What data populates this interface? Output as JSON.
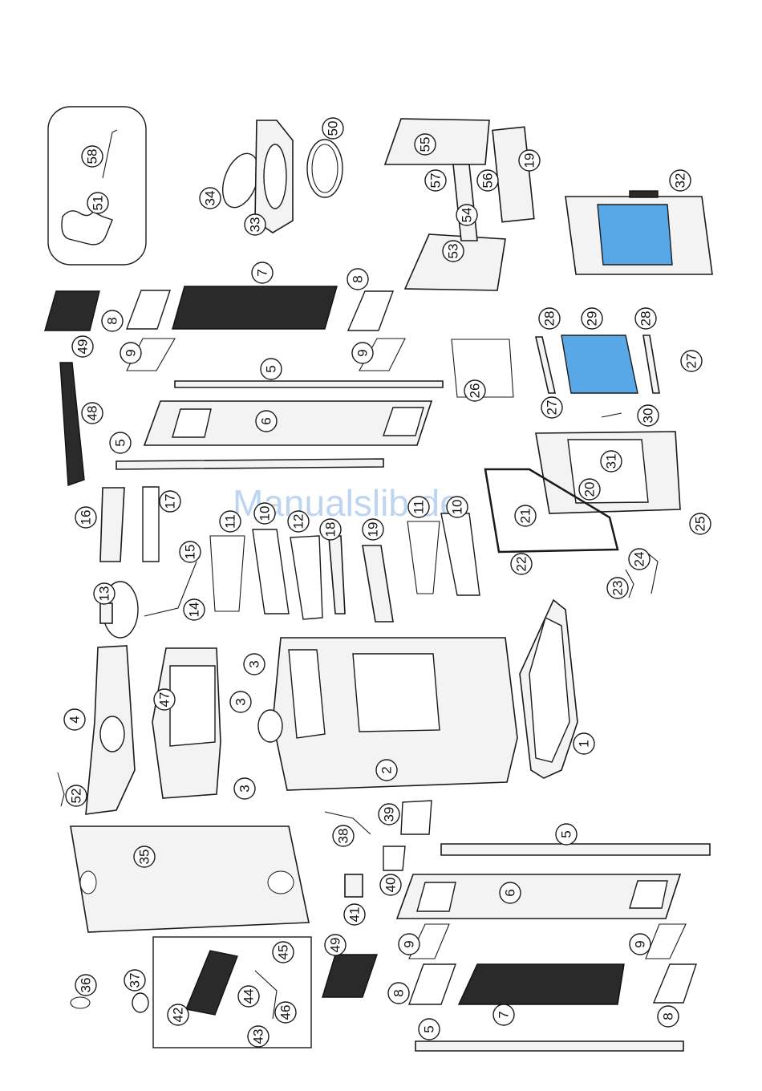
{
  "watermark": "Manualslib.de",
  "callouts": [
    {
      "id": "c58",
      "label": "58"
    },
    {
      "id": "c51",
      "label": "51"
    },
    {
      "id": "c34",
      "label": "34"
    },
    {
      "id": "c33",
      "label": "33"
    },
    {
      "id": "c50",
      "label": "50"
    },
    {
      "id": "c55",
      "label": "55"
    },
    {
      "id": "c57",
      "label": "57"
    },
    {
      "id": "c56",
      "label": "56"
    },
    {
      "id": "c19a",
      "label": "19"
    },
    {
      "id": "c54",
      "label": "54"
    },
    {
      "id": "c53",
      "label": "53"
    },
    {
      "id": "c32",
      "label": "32"
    },
    {
      "id": "c7a",
      "label": "7"
    },
    {
      "id": "c8a",
      "label": "8"
    },
    {
      "id": "c8b",
      "label": "8"
    },
    {
      "id": "c49a",
      "label": "49"
    },
    {
      "id": "c9a",
      "label": "9"
    },
    {
      "id": "c9b",
      "label": "9"
    },
    {
      "id": "c5a",
      "label": "5"
    },
    {
      "id": "c28a",
      "label": "28"
    },
    {
      "id": "c29",
      "label": "29"
    },
    {
      "id": "c28b",
      "label": "28"
    },
    {
      "id": "c27a",
      "label": "27"
    },
    {
      "id": "c27b",
      "label": "27"
    },
    {
      "id": "c26",
      "label": "26"
    },
    {
      "id": "c48",
      "label": "48"
    },
    {
      "id": "c6a",
      "label": "6"
    },
    {
      "id": "c5b",
      "label": "5"
    },
    {
      "id": "c30",
      "label": "30"
    },
    {
      "id": "c31",
      "label": "31"
    },
    {
      "id": "c20",
      "label": "20"
    },
    {
      "id": "c21",
      "label": "21"
    },
    {
      "id": "c25",
      "label": "25"
    },
    {
      "id": "c22",
      "label": "22"
    },
    {
      "id": "c24",
      "label": "24"
    },
    {
      "id": "c23",
      "label": "23"
    },
    {
      "id": "c16",
      "label": "16"
    },
    {
      "id": "c17",
      "label": "17"
    },
    {
      "id": "c11a",
      "label": "11"
    },
    {
      "id": "c10a",
      "label": "10"
    },
    {
      "id": "c12",
      "label": "12"
    },
    {
      "id": "c18",
      "label": "18"
    },
    {
      "id": "c19b",
      "label": "19"
    },
    {
      "id": "c11b",
      "label": "11"
    },
    {
      "id": "c10b",
      "label": "10"
    },
    {
      "id": "c15",
      "label": "15"
    },
    {
      "id": "c13",
      "label": "13"
    },
    {
      "id": "c14",
      "label": "14"
    },
    {
      "id": "c3a",
      "label": "3"
    },
    {
      "id": "c3b",
      "label": "3"
    },
    {
      "id": "c3c",
      "label": "3"
    },
    {
      "id": "c4",
      "label": "4"
    },
    {
      "id": "c47",
      "label": "47"
    },
    {
      "id": "c2",
      "label": "2"
    },
    {
      "id": "c1",
      "label": "1"
    },
    {
      "id": "c52",
      "label": "52"
    },
    {
      "id": "c38",
      "label": "38"
    },
    {
      "id": "c39",
      "label": "39"
    },
    {
      "id": "c5c",
      "label": "5"
    },
    {
      "id": "c35",
      "label": "35"
    },
    {
      "id": "c40",
      "label": "40"
    },
    {
      "id": "c6b",
      "label": "6"
    },
    {
      "id": "c41",
      "label": "41"
    },
    {
      "id": "c45",
      "label": "45"
    },
    {
      "id": "c49b",
      "label": "49"
    },
    {
      "id": "c9c",
      "label": "9"
    },
    {
      "id": "c9d",
      "label": "9"
    },
    {
      "id": "c36",
      "label": "36"
    },
    {
      "id": "c37",
      "label": "37"
    },
    {
      "id": "c44",
      "label": "44"
    },
    {
      "id": "c42",
      "label": "42"
    },
    {
      "id": "c46",
      "label": "46"
    },
    {
      "id": "c43",
      "label": "43"
    },
    {
      "id": "c8c",
      "label": "8"
    },
    {
      "id": "c7b",
      "label": "7"
    },
    {
      "id": "c8d",
      "label": "8"
    },
    {
      "id": "c5d",
      "label": "5"
    }
  ]
}
